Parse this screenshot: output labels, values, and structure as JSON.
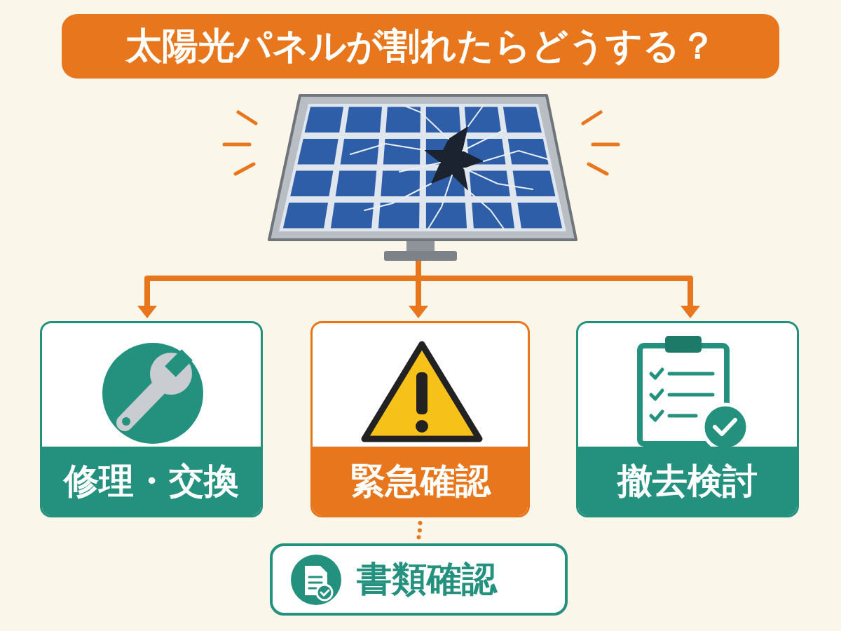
{
  "diagram": {
    "title": "太陽光パネルが割れたらどうする？",
    "nodes": [
      {
        "text": [
          "修理・交換"
        ]
      },
      {
        "text": [
          "緊急確認"
        ]
      },
      {
        "text": [
          "撤去検討"
        ]
      },
      {
        "text": [
          "書類確認"
        ]
      }
    ],
    "edges": [
      {
        "from": 1,
        "to": 3,
        "arrow": "none"
      }
    ]
  }
}
